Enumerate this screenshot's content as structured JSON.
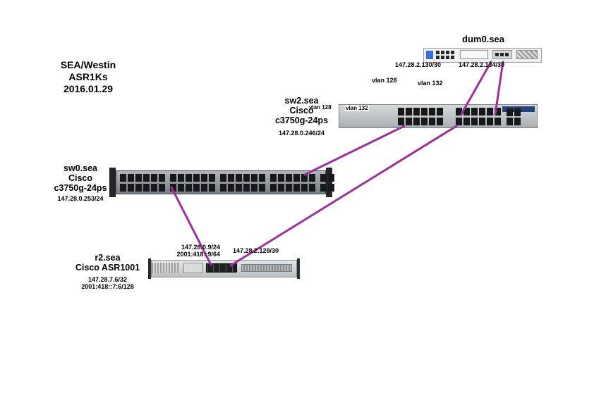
{
  "colors": {
    "link": "#993399"
  },
  "title": {
    "lines": [
      "SEA/Westin",
      "ASR1Ks",
      "2016.01.29"
    ]
  },
  "labels": {
    "vlan128_top": "vlan 128",
    "vlan132_top": "vlan 132",
    "vlan128_sw2": "vlan 128",
    "vlan132_sw2": "vlan 132"
  },
  "nodes": {
    "dum0": {
      "name": "dum0.sea",
      "ip_left": "147.28.2.130/30",
      "ip_right": "147.28.2.134/30"
    },
    "sw2": {
      "name": "sw2.sea",
      "line2": "Cisco",
      "line3": "c3750g-24ps",
      "ip": "147.28.0.246/24"
    },
    "sw0": {
      "name": "sw0.sea",
      "line2": "Cisco",
      "line3": "c3750g-24ps",
      "ip": "147.28.0.253/24"
    },
    "r2": {
      "name": "r2.sea",
      "line2": "Cisco ASR1001",
      "ip1": "147.28.7.6/32",
      "ip2": "2001:418::7:6/128",
      "if_a1": "147.28.0.9/24",
      "if_a2": "2001:418::9/64",
      "if_b": "147.28.2.129/30"
    }
  },
  "links": [
    {
      "from": "dum0.sea",
      "to": "sw2.sea"
    },
    {
      "from": "dum0.sea",
      "to": "sw2.sea"
    },
    {
      "from": "sw2.sea",
      "to": "sw0.sea"
    },
    {
      "from": "sw2.sea",
      "to": "r2.sea"
    },
    {
      "from": "sw0.sea",
      "to": "r2.sea"
    }
  ]
}
